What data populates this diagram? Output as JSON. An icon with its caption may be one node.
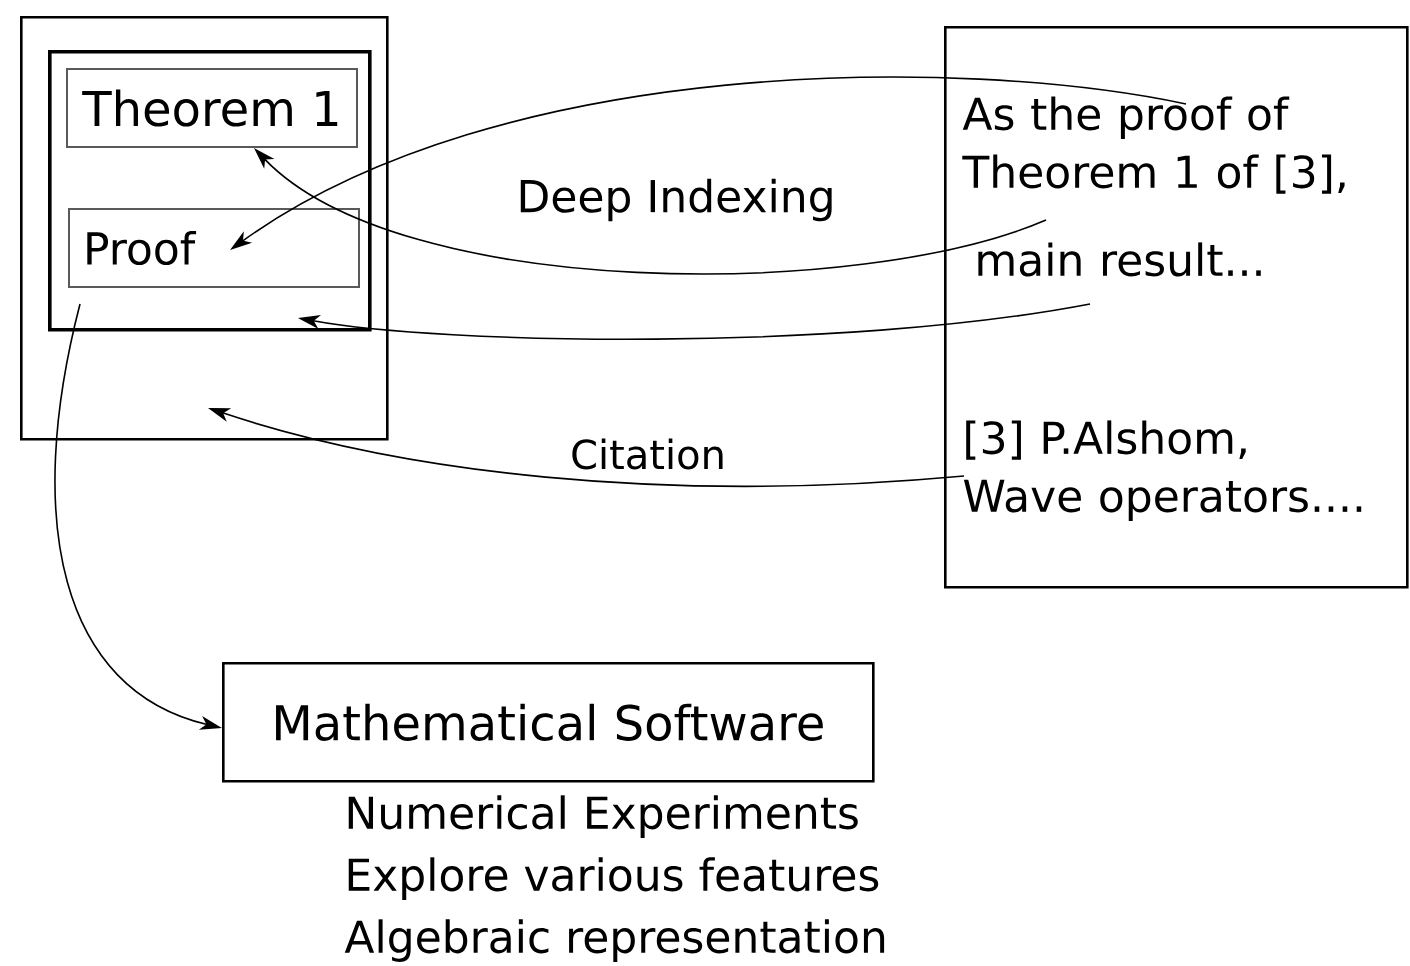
{
  "diagram": {
    "nodes": [
      {
        "text": [],
        "shape": "box"
      },
      {
        "text": [],
        "shape": "box",
        "in": 0
      },
      {
        "text": [
          "Theorem 1"
        ],
        "in": 1
      },
      {
        "text": [
          "Proof"
        ],
        "in": 1
      },
      {
        "text": [],
        "shape": "box"
      },
      {
        "text": [
          "As the proof of Theorem 1 of [3],"
        ],
        "in": 4
      },
      {
        "text": [
          "main result..."
        ],
        "in": 4
      },
      {
        "text": [
          "[3] P.Alshom, Wave operators...."
        ],
        "in": 4
      },
      {
        "text": [
          "Mathematical Software"
        ],
        "beside": [
          "Numerical Experiments",
          "Explore various features",
          "Algebraic representation"
        ]
      }
    ],
    "edges": [
      {
        "from": 5,
        "to": 3,
        "arrow": "to"
      },
      {
        "from": 5,
        "to": 2,
        "arrow": "to"
      },
      {
        "from": 6,
        "to": 1,
        "arrow": "to"
      },
      {
        "from": 7,
        "to": 0,
        "arrow": "to",
        "label": "Citation"
      },
      {
        "from": 3,
        "to": 8,
        "arrow": "to"
      }
    ],
    "labels": [
      "Deep Indexing"
    ]
  }
}
